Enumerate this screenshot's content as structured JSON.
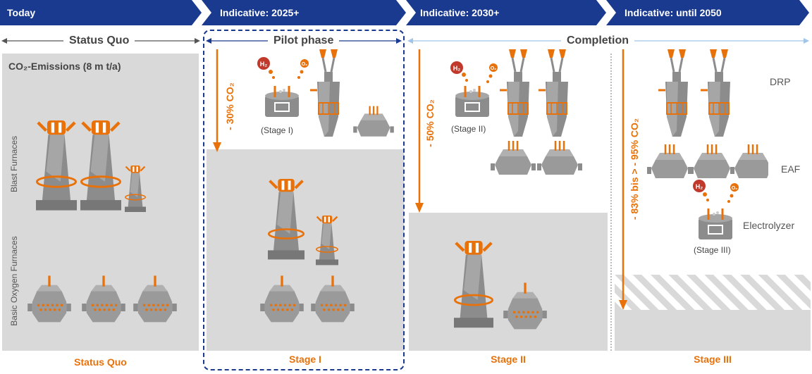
{
  "timeline": [
    {
      "label": "Today"
    },
    {
      "label": "Indicative: 2025+"
    },
    {
      "label": "Indicative: 2030+"
    },
    {
      "label": "Indicative: until 2050"
    }
  ],
  "phases": {
    "status_quo": "Status Quo",
    "pilot": "Pilot phase",
    "completion": "Completion"
  },
  "emissions_title": "CO₂-Emissions (8 m t/a)",
  "side_labels": {
    "blast_furnaces": "Blast Furnaces",
    "bof": "Basic Oxygen Furnaces"
  },
  "reductions": {
    "stage1": "- 30% CO₂",
    "stage2": "- 50% CO₂",
    "stage3": "- 83% bis > - 95% CO₂"
  },
  "electrolyzer_labels": {
    "stage1": "(Stage I)",
    "stage2": "(Stage II)",
    "stage3": "(Stage III)"
  },
  "gas_labels": {
    "h2": "H₂",
    "o2": "O₂"
  },
  "legend": {
    "drp": "DRP",
    "eaf": "EAF",
    "electrolyzer": "Electrolyzer"
  },
  "stages": [
    "Status Quo",
    "Stage I",
    "Stage II",
    "Stage III"
  ],
  "colors": {
    "banner": "#1a3a8f",
    "accent": "#e8710a",
    "panel": "#d9d9d9",
    "equipment": "#8c8c8c",
    "completion_line": "#9fc5e8"
  },
  "icons": [
    "blast-furnace-icon",
    "basic-oxygen-furnace-icon",
    "direct-reduction-plant-icon",
    "electric-arc-furnace-icon",
    "electrolyzer-icon",
    "hydrogen-bubble-icon",
    "oxygen-bubble-icon"
  ]
}
